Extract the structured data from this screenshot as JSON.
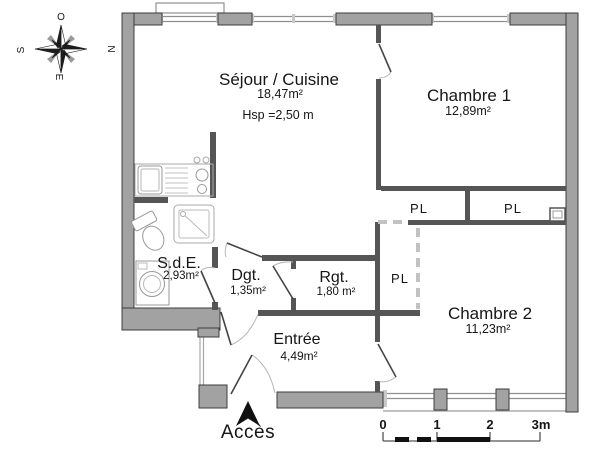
{
  "plan": {
    "rooms": [
      {
        "id": "sejour",
        "name": "Séjour / Cuisine",
        "area": "18,47m²",
        "note": "Hsp =2,50 m"
      },
      {
        "id": "chambre1",
        "name": "Chambre 1",
        "area": "12,89m²"
      },
      {
        "id": "chambre2",
        "name": "Chambre 2",
        "area": "11,23m²"
      },
      {
        "id": "sde",
        "name": "S.d.E.",
        "area": "2,93m²"
      },
      {
        "id": "dgt",
        "name": "Dgt.",
        "area": "1,35m²"
      },
      {
        "id": "rgt",
        "name": "Rgt.",
        "area": "1,80 m²"
      },
      {
        "id": "entree",
        "name": "Entrée",
        "area": "4,49m²"
      }
    ],
    "closets": {
      "labels": [
        "PL",
        "PL",
        "PL"
      ]
    },
    "access_label": "Accès",
    "compass": {
      "top": "O",
      "right": "N",
      "bottom": "E",
      "left": "S"
    },
    "scale_bar": {
      "ticks": [
        "0",
        "1",
        "2",
        "3m"
      ]
    },
    "colors": {
      "exterior_wall": "#a2a2a2",
      "interior_wall": "#555555",
      "dashed_front": "#c2c2c2",
      "text": "#161616"
    }
  }
}
